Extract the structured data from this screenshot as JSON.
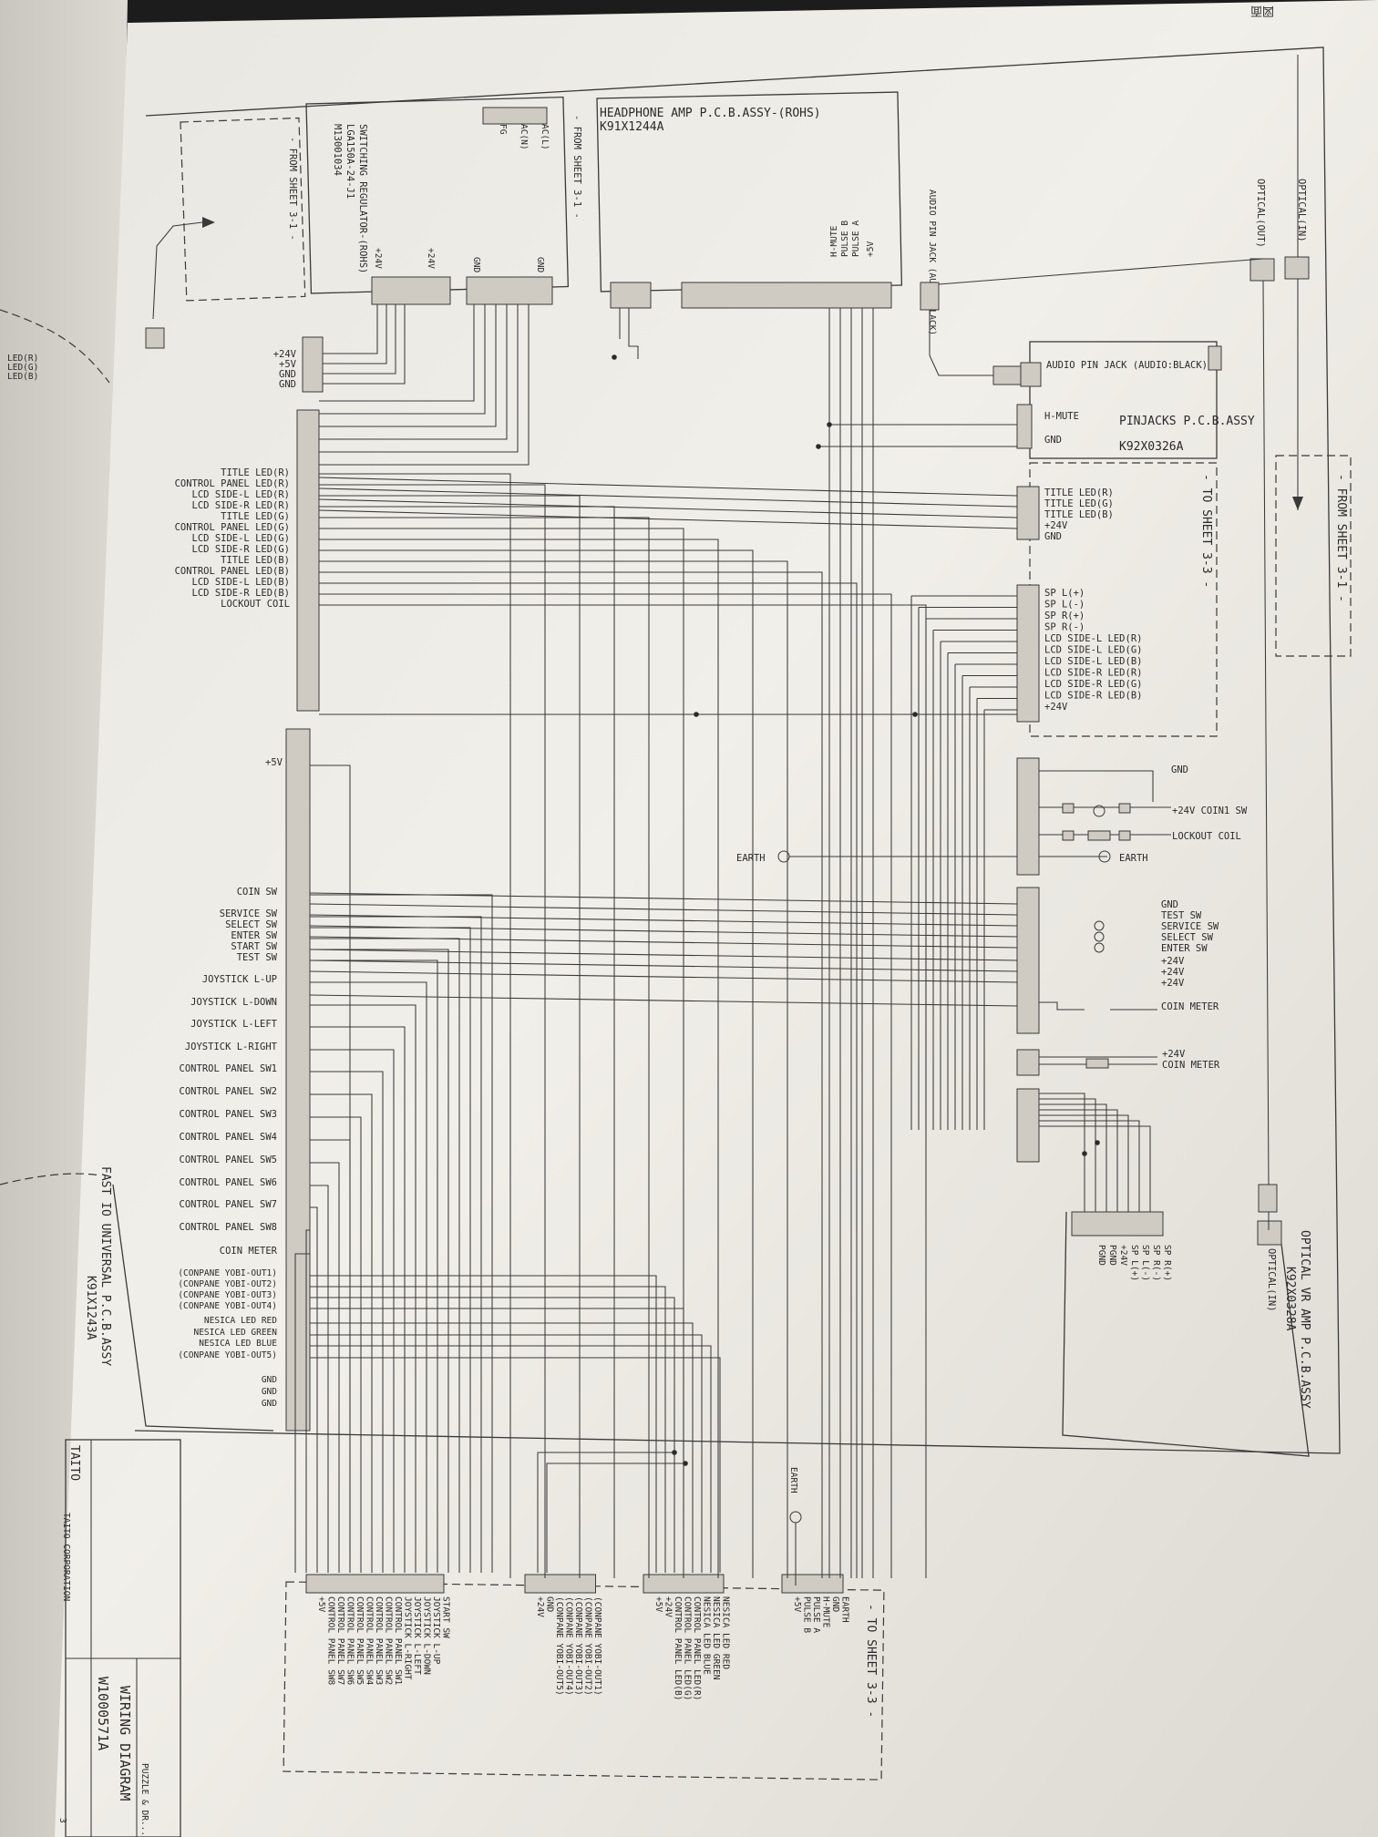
{
  "corner_mark": "図面",
  "headphone_amp": {
    "title": "HEADPHONE AMP P.C.B.ASSY-(ROHS)",
    "part": "K91X1244A",
    "pins": [
      "+5V",
      "H-MUTE",
      "PULSE B",
      "PULSE A"
    ]
  },
  "switching_regulator": {
    "title": "SWITCHING REGULATOR-(ROHS)",
    "part": "LGA150A-24-J1",
    "code": "M13001034",
    "ac_pins": [
      "AC(L)",
      "AC(N)",
      "FG"
    ],
    "volts": [
      "+24V",
      "+24V",
      "GND",
      "GND"
    ]
  },
  "from_sheet_top": "- FROM SHEET 3-1 -",
  "from_sheet_left": "- FROM SHEET 3-1 -",
  "from_sheet_right": "- FROM SHEET 3-1 -",
  "to_sheet_right": "- TO SHEET 3-3 -",
  "to_sheet_bottom": "- TO SHEET 3-3 -",
  "optical": {
    "in": "OPTICAL(IN)",
    "out": "OPTICAL(OUT)",
    "amp_in": "OPTICAL(IN)"
  },
  "audio_jack_label": "AUDIO PIN JACK (AUDIO:BLACK)",
  "pinjacks": {
    "title": "PINJACKS P.C.B.ASSY",
    "part": "K92X0326A",
    "jack": "AUDIO PIN JACK (AUDIO:BLACK)",
    "pins": [
      "H-MUTE",
      "GND"
    ]
  },
  "power_labels": [
    "+24V",
    "+5V",
    "GND",
    "GND"
  ],
  "led_block_labels": [
    "TITLE LED(R)",
    "CONTROL PANEL LED(R)",
    "LCD SIDE-L LED(R)",
    "LCD SIDE-R LED(R)",
    "TITLE LED(G)",
    "CONTROL PANEL LED(G)",
    "LCD SIDE-L LED(G)",
    "LCD SIDE-R LED(G)",
    "TITLE LED(B)",
    "CONTROL PANEL LED(B)",
    "LCD SIDE-L LED(B)",
    "LCD SIDE-R LED(B)",
    "LOCKOUT COIL"
  ],
  "right_led_labels": [
    "TITLE LED(R)",
    "TITLE LED(G)",
    "TITLE LED(B)",
    "+24V",
    "GND"
  ],
  "right_sp_labels": [
    "SP L(+)",
    "SP L(-)",
    "SP R(+)",
    "SP R(-)",
    "LCD SIDE-L LED(R)",
    "LCD SIDE-L LED(G)",
    "LCD SIDE-L LED(B)",
    "LCD SIDE-R LED(R)",
    "LCD SIDE-R LED(G)",
    "LCD SIDE-R LED(B)",
    "+24V"
  ],
  "coin_block": {
    "gnd": "GND",
    "coin": "+24V COIN1 SW",
    "lock": "LOCKOUT COIL",
    "earth": "EARTH"
  },
  "sw_block_labels": [
    "GND",
    "TEST SW",
    "SERVICE SW",
    "SELECT SW",
    "ENTER SW",
    "+24V",
    "+24V",
    "+24V",
    "COIN METER"
  ],
  "coin_meter2": [
    "+24V",
    "COIN METER"
  ],
  "earth": "EARTH",
  "io_plus5": "+5V",
  "io_labels": [
    "COIN SW",
    "SERVICE SW",
    "SELECT SW",
    "ENTER SW",
    "START SW",
    "TEST SW",
    "JOYSTICK L-UP",
    "JOYSTICK L-DOWN",
    "JOYSTICK L-LEFT",
    "JOYSTICK L-RIGHT",
    "CONTROL PANEL SW1",
    "CONTROL PANEL SW2",
    "CONTROL PANEL SW3",
    "CONTROL PANEL SW4",
    "CONTROL PANEL SW5",
    "CONTROL PANEL SW6",
    "CONTROL PANEL SW7",
    "CONTROL PANEL SW8",
    "COIN METER",
    "(CONPANE YOBI-OUT1)",
    "(CONPANE YOBI-OUT2)",
    "(CONPANE YOBI-OUT3)",
    "(CONPANE YOBI-OUT4)",
    "NESICA LED RED",
    "NESICA LED GREEN",
    "NESICA LED BLUE",
    "(CONPANE YOBI-OUT5)",
    "GND",
    "GND",
    "GND"
  ],
  "fast_io": {
    "title": "FAST IO UNIVERSAL P.C.B.ASSY",
    "part": "K91X1243A"
  },
  "optical_amp": {
    "title": "OPTICAL VR AMP P.C.B.ASSY",
    "part": "K92X0328A",
    "pins": [
      "SP R(+)",
      "SP R(-)",
      "SP L(-)",
      "SP L(+)",
      "+24V",
      "PGND",
      "PGND"
    ]
  },
  "bottom_groups": {
    "k": [
      "+5V",
      "CONTROL PANEL SW8",
      "CONTROL PANEL SW7",
      "CONTROL PANEL SW6",
      "CONTROL PANEL SW5",
      "CONTROL PANEL SW4",
      "CONTROL PANEL SW3",
      "CONTROL PANEL SW2",
      "CONTROL PANEL SW1",
      "JOYSTICK L-RIGHT",
      "JOYSTICK L-LEFT",
      "JOYSTICK L-DOWN",
      "JOYSTICK L-UP",
      "START SW"
    ],
    "u": [
      "+24V",
      "GND",
      "(CONPANE YOBI-OUT5)",
      "(CONPANE YOBI-OUT4)",
      "(CONPANE YOBI-OUT3)",
      "(CONPANE YOBI-OUT2)",
      "(CONPANE YOBI-OUT1)"
    ],
    "n": [
      "+5V",
      "+24V",
      "CONTROL PANEL LED(B)",
      "CONTROL PANEL LED(G)",
      "CONTROL PANEL LED(R)",
      "NESICA LED BLUE",
      "NESICA LED GREEN",
      "NESICA LED RED"
    ],
    "v": [
      "+5V",
      "PULSE B",
      "PULSE A",
      "H-MUTE",
      "GND",
      "EARTH"
    ]
  },
  "title_block": {
    "company": "TAITO CORPORATION",
    "drawing": "WIRING DIAGRAM",
    "number": "W1000571A",
    "product": "PUZZLE & DR...",
    "logo": "TAITO",
    "sheet": "3"
  }
}
